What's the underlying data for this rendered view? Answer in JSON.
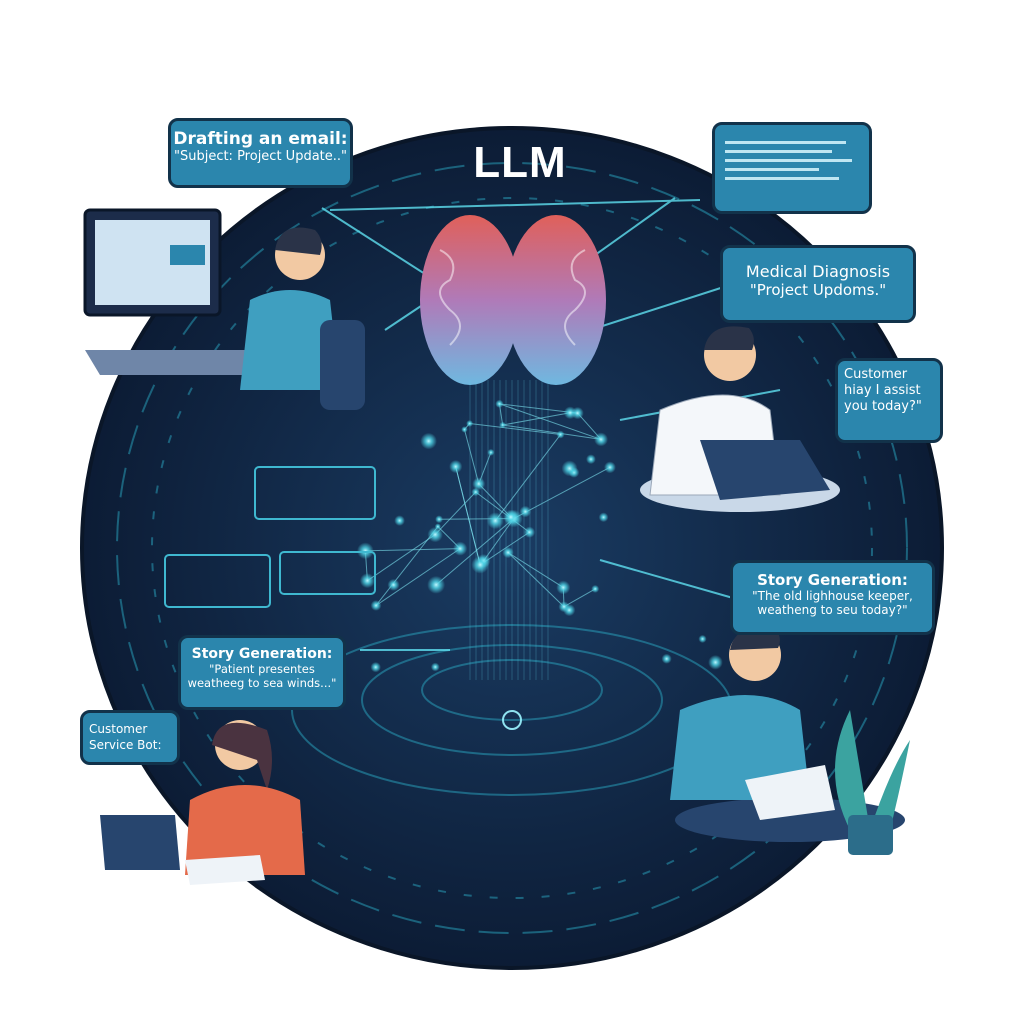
{
  "title": "LLM",
  "bubbles": {
    "email": {
      "title": "Drafting an email:",
      "quote": "\"Subject: Project Update..\""
    },
    "medical": {
      "title": "Medical Diagnosis",
      "quote": "\"Project Updoms.\""
    },
    "customer_right": {
      "line1": "Customer",
      "line2": "hiay I assist",
      "line3": "you today?\""
    },
    "story_right": {
      "title": "Story Generation:",
      "quote1": "\"The old lighhouse keeper,",
      "quote2": "weatheng to seu today?\""
    },
    "story_left": {
      "title": "Story Generation:",
      "quote1": "\"Patient presentes",
      "quote2": "weatheeg to sea winds...\""
    },
    "customer_left": {
      "line1": "Customer",
      "line2": "Service Bot:"
    }
  },
  "colors": {
    "background": "#ffffff",
    "circle": "#0f2240",
    "bubble": "#2b86ad",
    "accent": "#4fd6e8"
  }
}
